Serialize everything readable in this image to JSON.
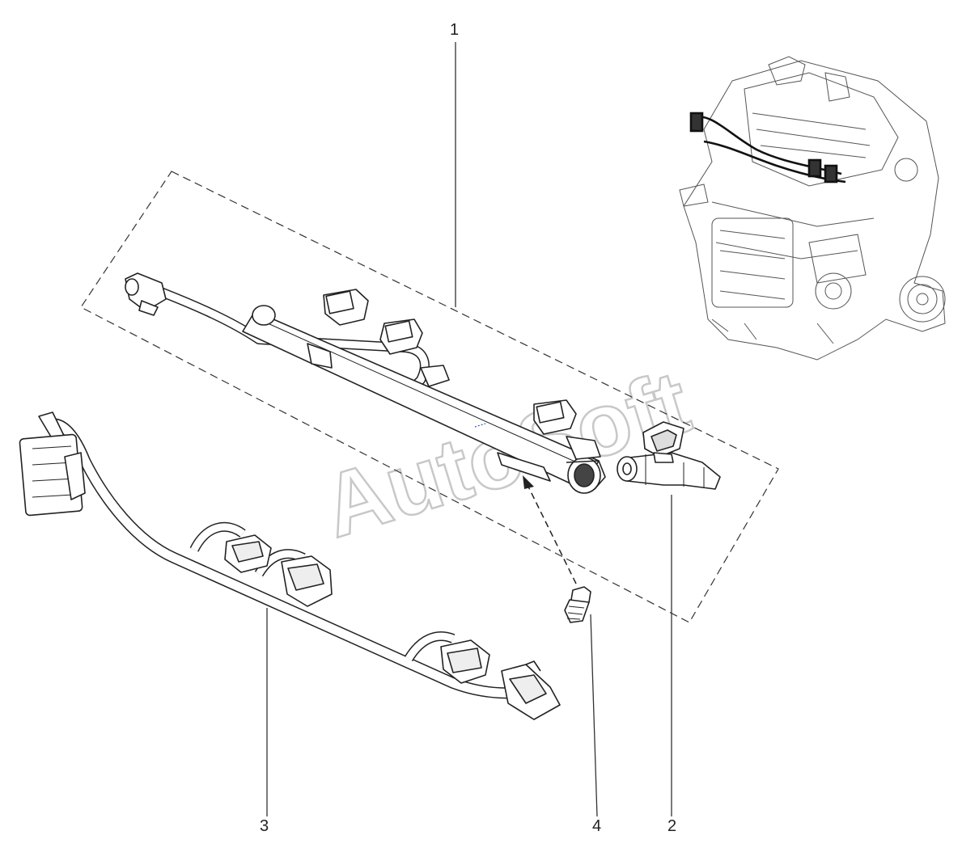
{
  "watermark": "AutoSoft",
  "callouts": [
    {
      "id": "1",
      "label": "1"
    },
    {
      "id": "2",
      "label": "2"
    },
    {
      "id": "3",
      "label": "3"
    },
    {
      "id": "4",
      "label": "4"
    }
  ],
  "colors": {
    "line": "#222222",
    "watermark": "#cfcfcf",
    "background": "#ffffff"
  }
}
